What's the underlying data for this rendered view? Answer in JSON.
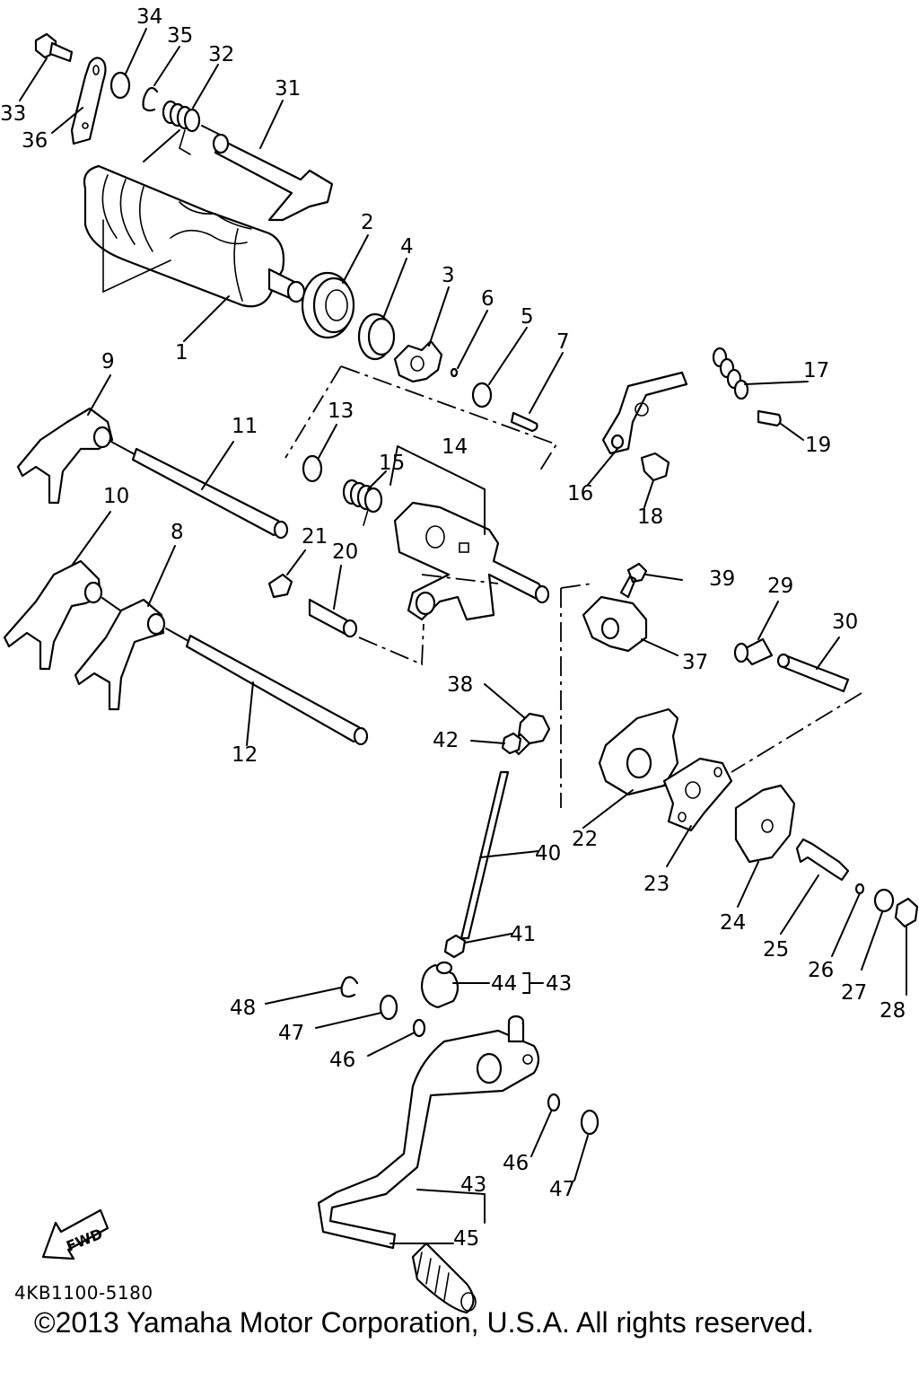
{
  "diagram": {
    "title": "Shift Cam / Fork / Shaft & Pedal exploded view",
    "callouts": [
      {
        "id": "1",
        "label": "1"
      },
      {
        "id": "2",
        "label": "2"
      },
      {
        "id": "3",
        "label": "3"
      },
      {
        "id": "4",
        "label": "4"
      },
      {
        "id": "5",
        "label": "5"
      },
      {
        "id": "6",
        "label": "6"
      },
      {
        "id": "7",
        "label": "7"
      },
      {
        "id": "8",
        "label": "8"
      },
      {
        "id": "9",
        "label": "9"
      },
      {
        "id": "10",
        "label": "10"
      },
      {
        "id": "11",
        "label": "11"
      },
      {
        "id": "12",
        "label": "12"
      },
      {
        "id": "13",
        "label": "13"
      },
      {
        "id": "14",
        "label": "14"
      },
      {
        "id": "15",
        "label": "15"
      },
      {
        "id": "16",
        "label": "16"
      },
      {
        "id": "17",
        "label": "17"
      },
      {
        "id": "18",
        "label": "18"
      },
      {
        "id": "19",
        "label": "19"
      },
      {
        "id": "20",
        "label": "20"
      },
      {
        "id": "21",
        "label": "21"
      },
      {
        "id": "22",
        "label": "22"
      },
      {
        "id": "23",
        "label": "23"
      },
      {
        "id": "24",
        "label": "24"
      },
      {
        "id": "25",
        "label": "25"
      },
      {
        "id": "26",
        "label": "26"
      },
      {
        "id": "27",
        "label": "27"
      },
      {
        "id": "28",
        "label": "28"
      },
      {
        "id": "29",
        "label": "29"
      },
      {
        "id": "30",
        "label": "30"
      },
      {
        "id": "31",
        "label": "31"
      },
      {
        "id": "32",
        "label": "32"
      },
      {
        "id": "33",
        "label": "33"
      },
      {
        "id": "34",
        "label": "34"
      },
      {
        "id": "35",
        "label": "35"
      },
      {
        "id": "36",
        "label": "36"
      },
      {
        "id": "37",
        "label": "37"
      },
      {
        "id": "38",
        "label": "38"
      },
      {
        "id": "39",
        "label": "39"
      },
      {
        "id": "40",
        "label": "40"
      },
      {
        "id": "41",
        "label": "41"
      },
      {
        "id": "42",
        "label": "42"
      },
      {
        "id": "43a",
        "label": "43"
      },
      {
        "id": "43b",
        "label": "43"
      },
      {
        "id": "44",
        "label": "44"
      },
      {
        "id": "45",
        "label": "45"
      },
      {
        "id": "46a",
        "label": "46"
      },
      {
        "id": "46b",
        "label": "46"
      },
      {
        "id": "47a",
        "label": "47"
      },
      {
        "id": "47b",
        "label": "47"
      },
      {
        "id": "48",
        "label": "48"
      }
    ],
    "fwd_label": "FWD",
    "drawing_code": "4KB1100-5180",
    "copyright": "©2013 Yamaha Motor Corporation, U.S.A. All rights reserved."
  }
}
